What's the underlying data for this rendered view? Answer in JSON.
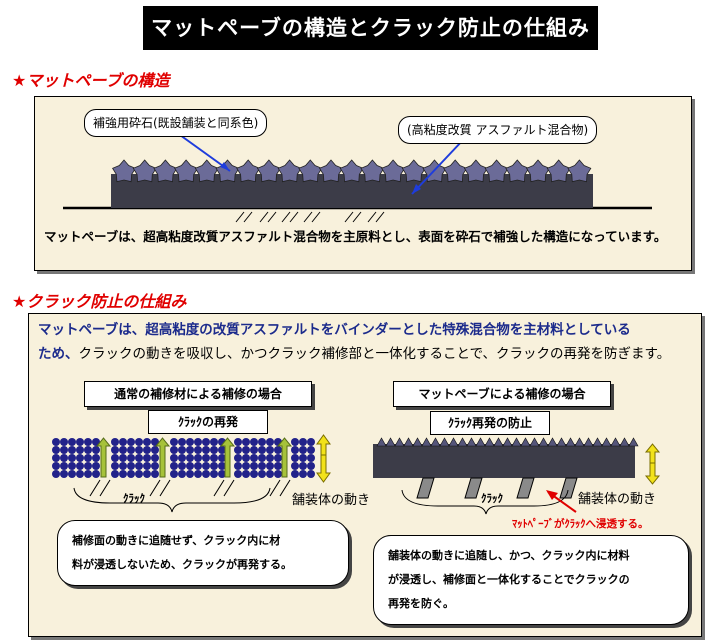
{
  "title": "マットペーブの構造とクラック防止の仕組み",
  "structure": {
    "heading": "★マットペーブの構造",
    "callout_stone": "補強用砕石(既設舗装と同系色)",
    "callout_asphalt": "(高粘度改質 アスファルト混合物)",
    "description": "マットペーブは、超高粘度改質アスファルト混合物を主原料とし、表面を砕石で補強した構造になっています。"
  },
  "mechanism": {
    "heading": "★クラック防止の仕組み",
    "intro_line1": "マットペーブは、超高粘度の改質アスファルトをバインダーとした特殊混合物を主材料としている",
    "intro_line2_a": "ため、",
    "intro_line2_b": "クラックの動きを吸収し、かつクラック補修部と一体化することで、クラックの再発を防ぎます。",
    "left": {
      "header": "通常の補修材による補修の場合",
      "sub": "ｸﾗｯｸの再発",
      "crack_label": "ｸﾗｯｸ",
      "movement_label": "舗装体の動き",
      "note_line1": "補修面の動きに追随せず、クラック内に材",
      "note_line2": "料が浸透しないため、クラックが再発する。"
    },
    "right": {
      "header": "マットペーブによる補修の場合",
      "sub": "ｸﾗｯｸ再発の防止",
      "crack_label": "ｸﾗｯｸ",
      "movement_label": "舗装体の動き",
      "red_note": "ﾏｯﾄﾍﾟｰﾌﾞがｸﾗｯｸへ浸透する。",
      "note_line1": "舗装体の動きに追随し、かつ、クラック内に材料",
      "note_line2": "が浸透し、補修面と一体化することでクラックの",
      "note_line3": "再発を防ぐ。"
    }
  },
  "colors": {
    "title_bg": "#000000",
    "heading_red": "#e00000",
    "panel_bg": "#f8f1dc",
    "aggregate_blue": "#22228a",
    "arrow_green": "#a6c23a",
    "arrow_yellow": "#f2e21a",
    "pointer_blue": "#1e3cdc"
  }
}
